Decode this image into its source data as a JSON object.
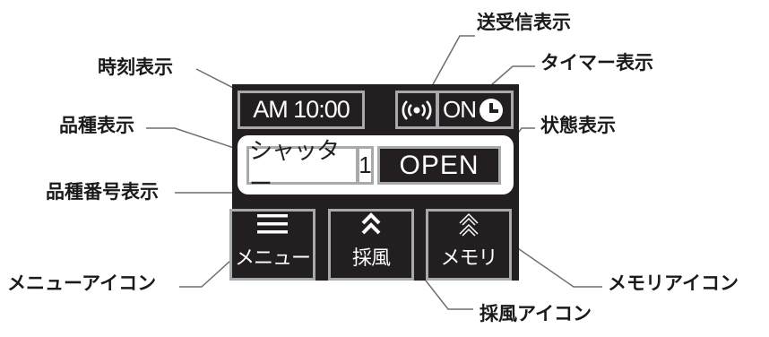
{
  "labels": {
    "transmit": "送受信表示",
    "timer": "タイマー表示",
    "clock": "時刻表示",
    "kind": "品種表示",
    "state": "状態表示",
    "kind_number": "品種番号表示",
    "menu_icon": "メニューアイコン",
    "memory_icon": "メモリアイコン",
    "vent_icon": "採風アイコン"
  },
  "screen": {
    "time": "AM 10:00",
    "radio_symbol": "((•))",
    "timer_status": "ON",
    "kind": "シャッター",
    "kind_number": "1",
    "state": "OPEN",
    "buttons": {
      "menu": "メニュー",
      "vent": "採風",
      "memory": "メモリ"
    }
  },
  "icons": [
    "wireless-icon",
    "clock-icon",
    "hamburger-icon",
    "double-chevron-up-icon",
    "outline-double-chevron-up-icon"
  ]
}
